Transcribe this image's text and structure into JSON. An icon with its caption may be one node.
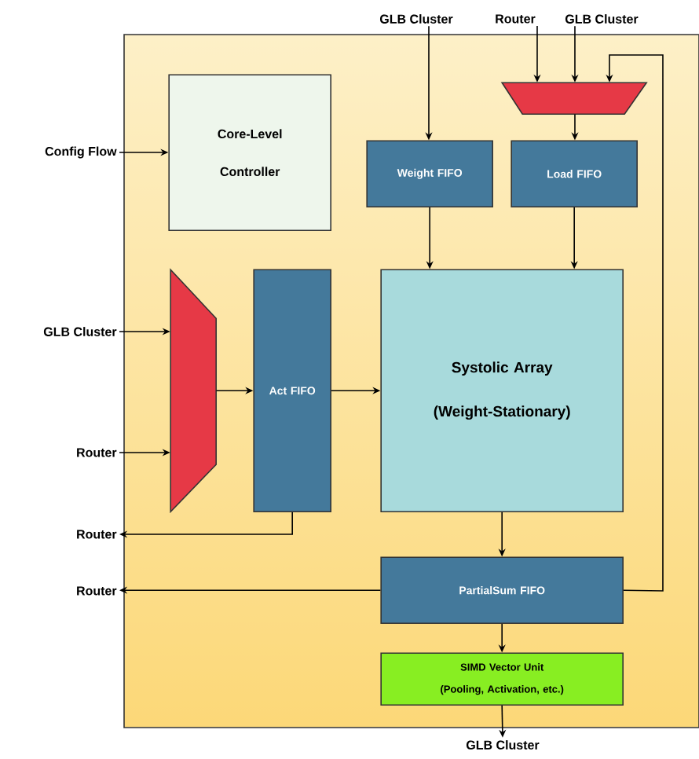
{
  "diagram": {
    "nodes": [
      {
        "text": [],
        "shape": "box"
      },
      {
        "text": [
          "GLB Cluster"
        ]
      },
      {
        "text": [
          "Router"
        ]
      },
      {
        "text": [
          "GLB Cluster"
        ]
      },
      {
        "text": [],
        "shape": "trapezoid",
        "in": 0
      },
      {
        "text": [
          "Core-Level Controller"
        ],
        "in": 0
      },
      {
        "text": [
          "Config Flow"
        ]
      },
      {
        "text": [
          "Weight FIFO"
        ],
        "in": 0
      },
      {
        "text": [
          "Load FIFO"
        ],
        "in": 0
      },
      {
        "text": [],
        "shape": "trapezoid",
        "in": 0
      },
      {
        "text": [
          "Act FIFO"
        ],
        "in": 0
      },
      {
        "text": [
          "Systolic Array (Weight-Stationary)"
        ],
        "in": 0
      },
      {
        "text": [
          "GLB Cluster"
        ]
      },
      {
        "text": [
          "Router"
        ]
      },
      {
        "text": [
          "Router"
        ]
      },
      {
        "text": [
          "Router"
        ]
      },
      {
        "text": [
          "PartialSum FIFO"
        ],
        "in": 0
      },
      {
        "text": [
          "SIMD Vector Unit (Pooling, Activation, etc.)"
        ],
        "in": 0
      },
      {
        "text": [
          "GLB Cluster"
        ]
      }
    ],
    "edges": [
      {
        "from": 1,
        "to": 7,
        "arrow": "to"
      },
      {
        "from": 2,
        "to": 4,
        "arrow": "to"
      },
      {
        "from": 3,
        "to": 4,
        "arrow": "to"
      },
      {
        "from": 16,
        "to": 4,
        "arrow": "to"
      },
      {
        "from": 4,
        "to": 8,
        "arrow": "to"
      },
      {
        "from": 6,
        "to": 5,
        "arrow": "to"
      },
      {
        "from": 7,
        "to": 11,
        "arrow": "to"
      },
      {
        "from": 8,
        "to": 11,
        "arrow": "to"
      },
      {
        "from": 12,
        "to": 9,
        "arrow": "to"
      },
      {
        "from": 13,
        "to": 9,
        "arrow": "to"
      },
      {
        "from": 9,
        "to": 10,
        "arrow": "to"
      },
      {
        "from": 10,
        "to": 11,
        "arrow": "to"
      },
      {
        "from": 10,
        "to": 14,
        "arrow": "to"
      },
      {
        "from": 11,
        "to": 16,
        "arrow": "to"
      },
      {
        "from": 16,
        "to": 15,
        "arrow": "to"
      },
      {
        "from": 16,
        "to": 17,
        "arrow": "to"
      },
      {
        "from": 17,
        "to": 18,
        "arrow": "to"
      }
    ]
  }
}
